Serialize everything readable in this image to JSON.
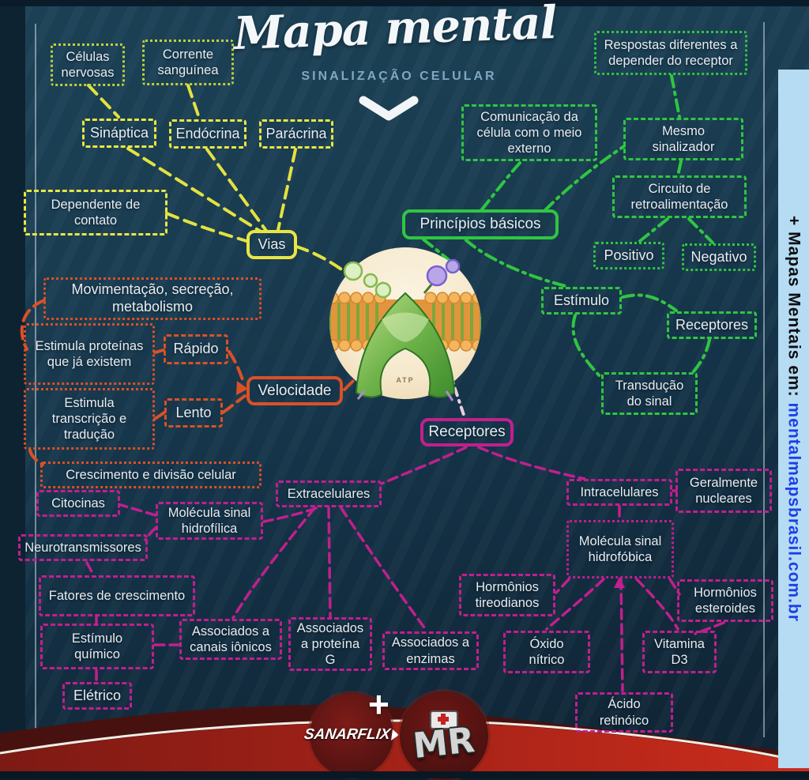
{
  "title": "Mapa mental",
  "subtitle": "SINALIZAÇÃO CELULAR",
  "sidebar": {
    "prefix": "+ Mapas Mentais em: ",
    "site": "mentalmapsbrasil.com.br"
  },
  "center_image": {
    "atp_label": "ATP"
  },
  "logos": {
    "sanarflix": "SANARFLIX",
    "plus": "+",
    "mr": "MR"
  },
  "colors": {
    "background": "#16384c",
    "yellow_green": "#bdd23b",
    "yellow": "#e8e644",
    "green": "#2fc641",
    "orange": "#da5126",
    "magenta": "#c11f8e",
    "sidebar_bg": "#b5dcf2",
    "sidebar_link": "#1c3ee8",
    "bottom_red": "#c62a1a"
  },
  "nodes": [
    {
      "id": "celulas-nervosas",
      "label": "Células nervosas",
      "color": "yellow-green"
    },
    {
      "id": "corrente-sanguinea",
      "label": "Corrente sanguínea",
      "color": "yellow-green"
    },
    {
      "id": "sinaptica",
      "label": "Sináptica",
      "color": "yellow"
    },
    {
      "id": "endocrina",
      "label": "Endócrina",
      "color": "yellow"
    },
    {
      "id": "paracrina",
      "label": "Parácrina",
      "color": "yellow"
    },
    {
      "id": "dependente-de-contato",
      "label": "Dependente de contato",
      "color": "yellow"
    },
    {
      "id": "vias",
      "label": "Vias",
      "color": "yellow"
    },
    {
      "id": "respostas-diferentes",
      "label": "Respostas diferentes a depender do receptor",
      "color": "green"
    },
    {
      "id": "comunicacao-celula",
      "label": "Comunicação da célula com o meio externo",
      "color": "green"
    },
    {
      "id": "mesmo-sinalizador",
      "label": "Mesmo sinalizador",
      "color": "green"
    },
    {
      "id": "circuito-retroalimentacao",
      "label": "Circuito de retroalimentação",
      "color": "green"
    },
    {
      "id": "principios-basicos",
      "label": "Princípios básicos",
      "color": "green"
    },
    {
      "id": "positivo",
      "label": "Positivo",
      "color": "green"
    },
    {
      "id": "negativo",
      "label": "Negativo",
      "color": "green"
    },
    {
      "id": "estimulo",
      "label": "Estímulo",
      "color": "green"
    },
    {
      "id": "receptores-ciclo",
      "label": "Receptores",
      "color": "green"
    },
    {
      "id": "transducao-do-sinal",
      "label": "Transdução do sinal",
      "color": "green"
    },
    {
      "id": "movimentacao-secrecao",
      "label": "Movimentação, secreção, metabolismo",
      "color": "orange"
    },
    {
      "id": "estimula-proteinas",
      "label": "Estimula proteínas que já existem",
      "color": "orange"
    },
    {
      "id": "rapido",
      "label": "Rápido",
      "color": "orange"
    },
    {
      "id": "estimula-transcricao",
      "label": "Estimula transcrição e tradução",
      "color": "orange"
    },
    {
      "id": "lento",
      "label": "Lento",
      "color": "orange"
    },
    {
      "id": "velocidade",
      "label": "Velocidade",
      "color": "orange"
    },
    {
      "id": "crescimento-divisao",
      "label": "Crescimento e divisão celular",
      "color": "orange"
    },
    {
      "id": "receptores",
      "label": "Receptores",
      "color": "magenta"
    },
    {
      "id": "citocinas",
      "label": "Citocinas",
      "color": "magenta"
    },
    {
      "id": "molecula-sinal-hidrofilica",
      "label": "Molécula sinal hidrofílica",
      "color": "magenta"
    },
    {
      "id": "neurotransmissores",
      "label": "Neurotransmissores",
      "color": "magenta"
    },
    {
      "id": "extracelulares",
      "label": "Extracelulares",
      "color": "magenta"
    },
    {
      "id": "intracelulares",
      "label": "Intracelulares",
      "color": "magenta"
    },
    {
      "id": "geralmente-nucleares",
      "label": "Geralmente nucleares",
      "color": "magenta"
    },
    {
      "id": "fatores-de-crescimento",
      "label": "Fatores de crescimento",
      "color": "magenta"
    },
    {
      "id": "molecula-sinal-hidrofobica",
      "label": "Molécula sinal hidrofóbica",
      "color": "magenta"
    },
    {
      "id": "hormonios-tireodianos",
      "label": "Hormônios tireodianos",
      "color": "magenta"
    },
    {
      "id": "hormonios-esteroides",
      "label": "Hormônios esteroides",
      "color": "magenta"
    },
    {
      "id": "estimulo-quimico",
      "label": "Estímulo químico",
      "color": "magenta"
    },
    {
      "id": "associados-canais-ionicos",
      "label": "Associados a canais iônicos",
      "color": "magenta"
    },
    {
      "id": "associados-proteina-g",
      "label": "Associados a proteína G",
      "color": "magenta"
    },
    {
      "id": "associados-enzimas",
      "label": "Associados a enzimas",
      "color": "magenta"
    },
    {
      "id": "oxido-nitrico",
      "label": "Óxido nítrico",
      "color": "magenta"
    },
    {
      "id": "vitamina-d3",
      "label": "Vitamina D3",
      "color": "magenta"
    },
    {
      "id": "eletrico",
      "label": "Elétrico",
      "color": "magenta"
    },
    {
      "id": "acido-retinoico",
      "label": "Ácido retinóico",
      "color": "magenta"
    }
  ]
}
